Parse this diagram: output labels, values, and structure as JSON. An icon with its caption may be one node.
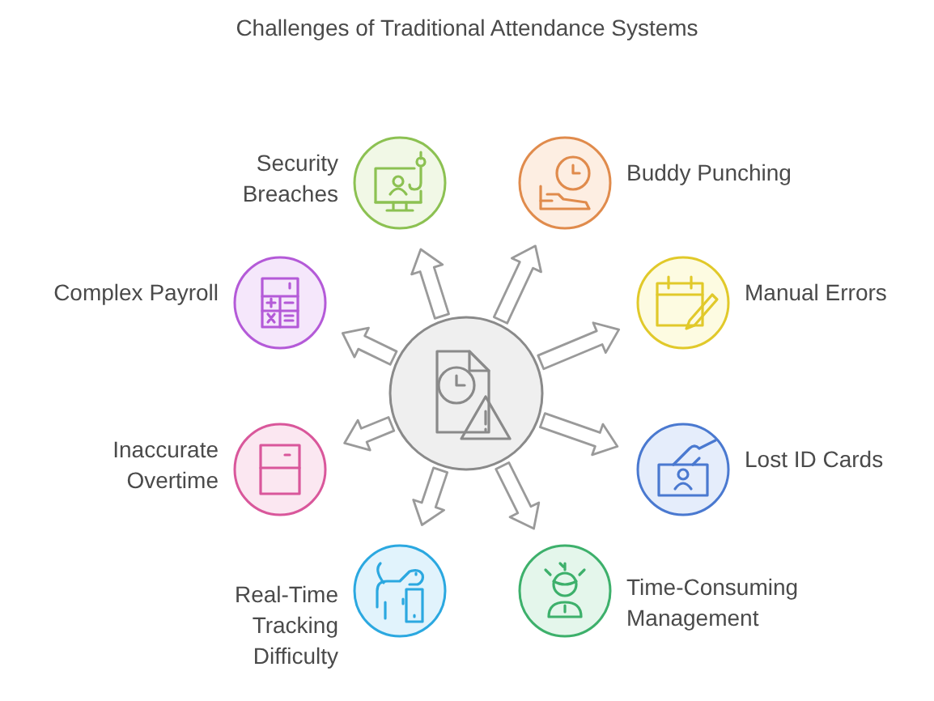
{
  "diagram": {
    "title": "Challenges of Traditional Attendance Systems",
    "nodes": [
      {
        "text": [],
        "shape": "circle"
      },
      {
        "text": [
          "Security Breaches"
        ]
      },
      {
        "text": [
          "Buddy Punching"
        ]
      },
      {
        "text": [
          "Complex Payroll"
        ]
      },
      {
        "text": [
          "Manual Errors"
        ]
      },
      {
        "text": [
          "Inaccurate Overtime"
        ]
      },
      {
        "text": [
          "Lost ID Cards"
        ]
      },
      {
        "text": [
          "Real-Time Tracking Difficulty"
        ]
      },
      {
        "text": [
          "Time-Consuming Management"
        ]
      }
    ],
    "edges": [
      {
        "from": 0,
        "to": 1,
        "arrow": "to"
      },
      {
        "from": 0,
        "to": 2,
        "arrow": "to"
      },
      {
        "from": 0,
        "to": 3,
        "arrow": "to"
      },
      {
        "from": 0,
        "to": 4,
        "arrow": "to"
      },
      {
        "from": 0,
        "to": 5,
        "arrow": "to"
      },
      {
        "from": 0,
        "to": 6,
        "arrow": "to"
      },
      {
        "from": 0,
        "to": 7,
        "arrow": "to"
      },
      {
        "from": 0,
        "to": 8,
        "arrow": "to"
      }
    ]
  }
}
